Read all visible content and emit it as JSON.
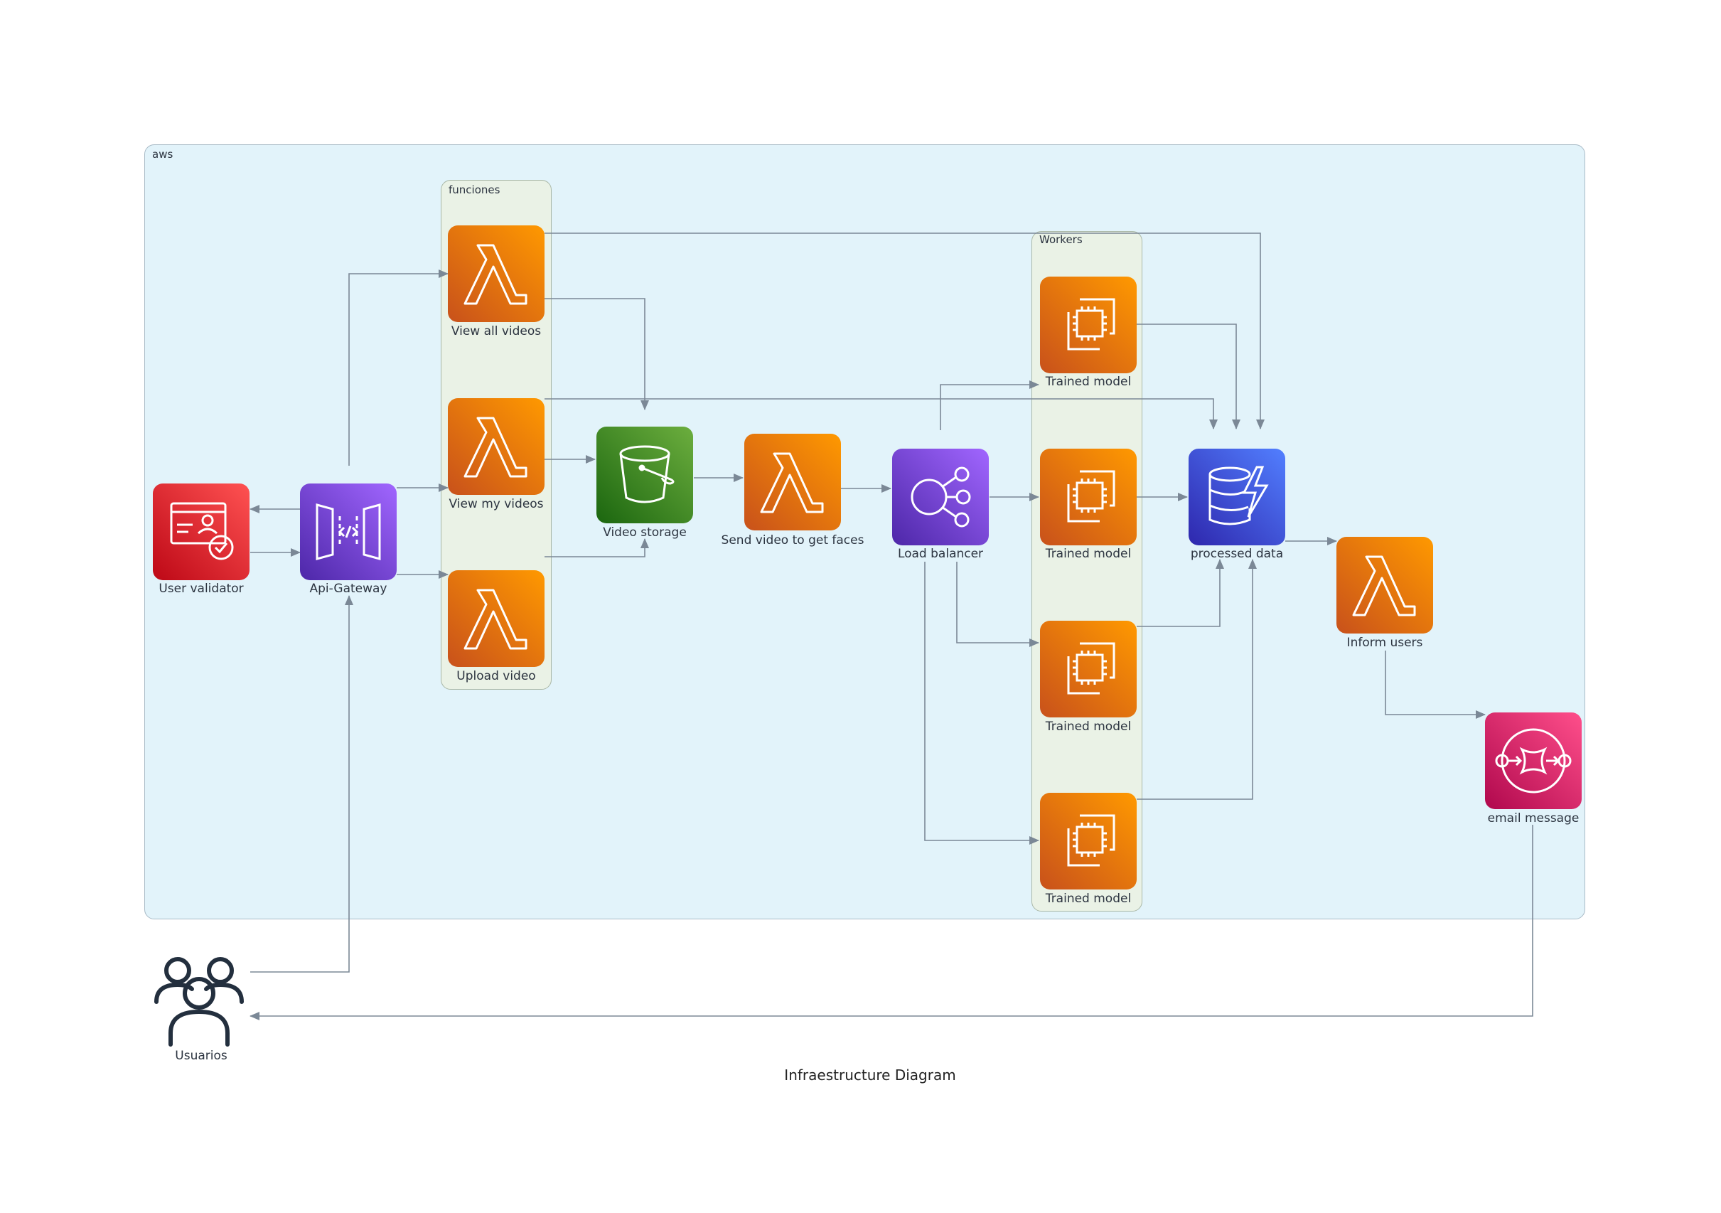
{
  "diagram": {
    "title": "Infraestructure Diagram",
    "groups": {
      "aws": "aws",
      "functions": "funciones",
      "workers": "Workers"
    },
    "nodes": {
      "user_validator": "User validator",
      "api_gateway": "Api-Gateway",
      "view_all_videos": "View all videos",
      "view_my_videos": "View my videos",
      "upload_video": "Upload video",
      "video_storage": "Video storage",
      "send_video": "Send video to get faces",
      "load_balancer": "Load balancer",
      "trained_model_1": "Trained model",
      "trained_model_2": "Trained model",
      "trained_model_3": "Trained model",
      "trained_model_4": "Trained model",
      "processed_data": "processed data",
      "inform_users": "Inform users",
      "email_message": "email message",
      "users": "Usuarios"
    },
    "icons": {
      "user_validator": "cognito-icon",
      "api_gateway": "api-gateway-icon",
      "lambda": "lambda-icon",
      "video_storage": "s3-bucket-icon",
      "load_balancer": "load-balancer-icon",
      "trained_model": "ec2-instance-icon",
      "processed_data": "dynamodb-icon",
      "email_message": "sns-icon",
      "users": "users-icon"
    },
    "colors": {
      "aws_group_fill": "#e2f3fa",
      "subgroup_fill": "#eaf2e6",
      "edge": "#7b8896"
    },
    "edges": [
      [
        "api_gateway",
        "user_validator"
      ],
      [
        "user_validator",
        "api_gateway"
      ],
      [
        "api_gateway",
        "view_all_videos"
      ],
      [
        "api_gateway",
        "view_my_videos"
      ],
      [
        "api_gateway",
        "upload_video"
      ],
      [
        "users",
        "api_gateway"
      ],
      [
        "view_all_videos",
        "video_storage"
      ],
      [
        "view_my_videos",
        "video_storage"
      ],
      [
        "upload_video",
        "video_storage"
      ],
      [
        "view_all_videos",
        "processed_data"
      ],
      [
        "view_my_videos",
        "processed_data"
      ],
      [
        "video_storage",
        "send_video"
      ],
      [
        "send_video",
        "load_balancer"
      ],
      [
        "load_balancer",
        "trained_model_1"
      ],
      [
        "load_balancer",
        "trained_model_2"
      ],
      [
        "load_balancer",
        "trained_model_3"
      ],
      [
        "load_balancer",
        "trained_model_4"
      ],
      [
        "trained_model_1",
        "processed_data"
      ],
      [
        "trained_model_2",
        "processed_data"
      ],
      [
        "trained_model_3",
        "processed_data"
      ],
      [
        "trained_model_4",
        "processed_data"
      ],
      [
        "processed_data",
        "inform_users"
      ],
      [
        "inform_users",
        "email_message"
      ],
      [
        "email_message",
        "users"
      ]
    ]
  }
}
